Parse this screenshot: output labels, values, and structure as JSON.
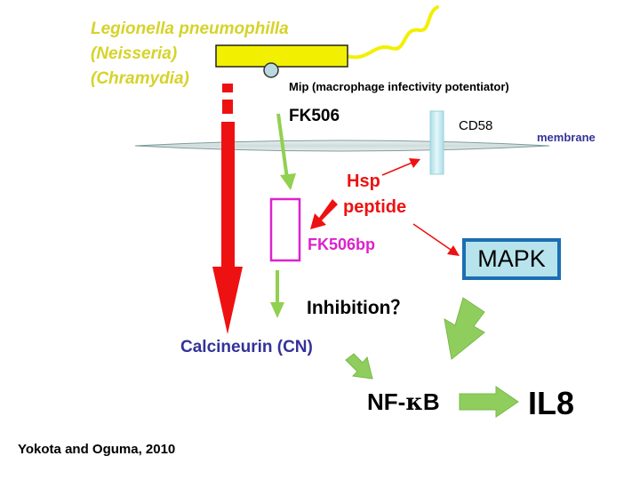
{
  "organism": {
    "line1": "Legionella pneumophilla",
    "line2": "(Neisseria)",
    "line3": "(Chramydia)"
  },
  "mip_label": "Mip (macrophage infectivity potentiator)",
  "fk506_label": "FK506",
  "cd58_label": "CD58",
  "membrane_label": "membrane",
  "hsp_label": {
    "line1": "Hsp",
    "line2": "peptide"
  },
  "fk506bp_label": "FK506bp",
  "mapk_label": "MAPK",
  "inhibition_label": "Inhibition？",
  "calcineurin_label": "Calcineurin (CN)",
  "nfkb_label": {
    "prefix": "NF-",
    "kappa": "κ",
    "suffix": "B"
  },
  "il8_label": "IL8",
  "citation": "Yokota and Oguma, 2010",
  "colors": {
    "organism": "#d6d32a",
    "bacterium_fill": "#f2f000",
    "red_arrow": "#ee1111",
    "green_arrow": "#92d050",
    "calcineurin": "#333399",
    "fk506bp": "#dd22cc",
    "mapk_border": "#1a6fb3",
    "mapk_fill": "#b7e3ec",
    "cd58_fill": "#c9ecf3"
  }
}
